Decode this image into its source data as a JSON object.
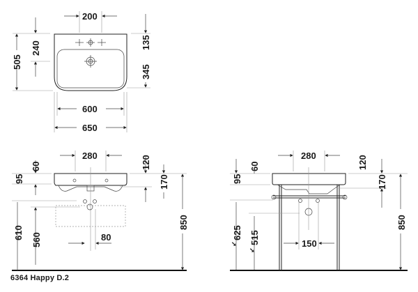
{
  "title": "6364 Happy D.2",
  "views": {
    "top": {
      "name": "plan-view",
      "dimensions": {
        "tap_hole_spacing": "200",
        "tap_hole_from_back": "240",
        "overall_depth": "505",
        "back_to_tap": "135",
        "front_section": "345",
        "inner_width": "600",
        "overall_width": "650"
      }
    },
    "front": {
      "name": "front-elevation-wall-mounted",
      "dimensions": {
        "top_offset": "60",
        "rim_depth": "95",
        "fixing_spacing": "280",
        "right_offset": "120",
        "bowl_height": "170",
        "total_height": "850",
        "trap_height": "610",
        "waste_height": "560",
        "waste_offset": "80"
      }
    },
    "stand": {
      "name": "front-elevation-with-console",
      "dimensions": {
        "top_offset": "60",
        "rim_depth": "95",
        "fixing_spacing": "280",
        "right_offset": "120",
        "bowl_height": "170",
        "total_height": "850",
        "rail_height": "625",
        "waste_height": "515",
        "waste_spacing": "150"
      }
    }
  },
  "colors": {
    "line": "#222222",
    "background": "#ffffff"
  }
}
